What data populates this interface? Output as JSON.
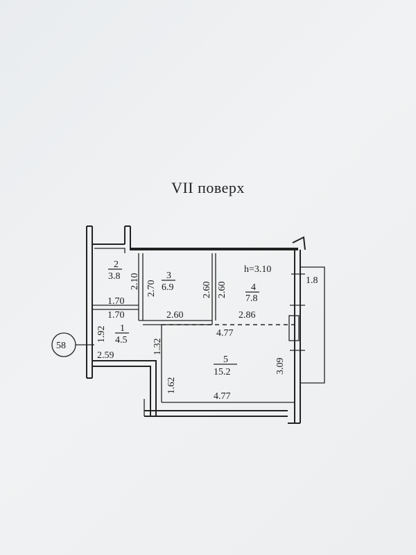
{
  "floor_label": "VII поверх",
  "apartment_number": "58",
  "height_note": "h=3.10",
  "rooms": [
    {
      "number": "1",
      "area": "4.5"
    },
    {
      "number": "2",
      "area": "3.8"
    },
    {
      "number": "3",
      "area": "6.9"
    },
    {
      "number": "4",
      "area": "7.8"
    },
    {
      "number": "5",
      "area": "15.2"
    }
  ],
  "dimensions": {
    "room2_height": "2.10",
    "room2_width": "1.70",
    "room1_top": "1.70",
    "room1_height": "1.92",
    "room1_width": "2.59",
    "room3_height": "2.70",
    "room3_width": "2.60",
    "room3_right_height": "2.60",
    "room4_height": "2.60",
    "room4_width": "2.86",
    "balcony_width": "1.8",
    "room5_top_width": "4.77",
    "room5_bottom_width": "4.77",
    "room5_left_upper": "1.32",
    "room5_left_lower": "1.62",
    "room5_right": "3.09"
  }
}
